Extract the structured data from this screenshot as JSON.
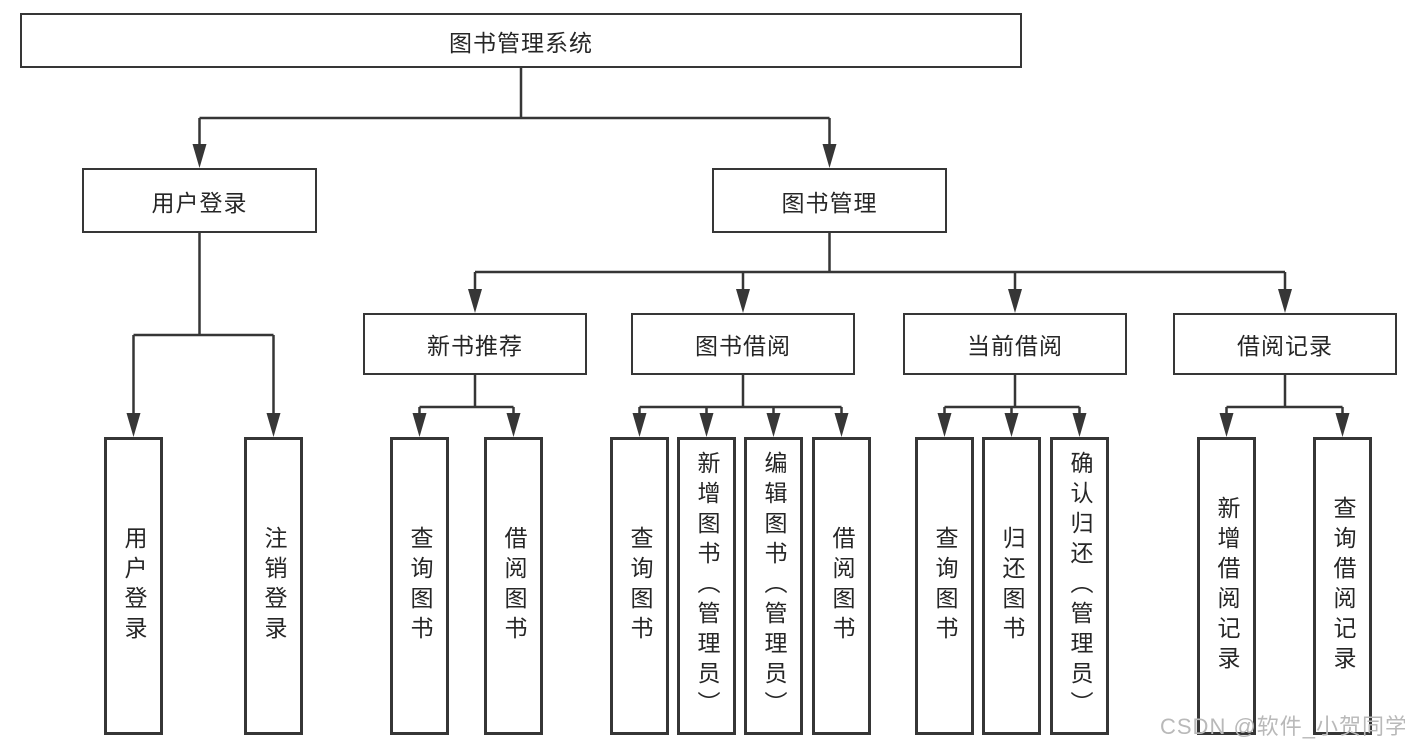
{
  "nodes": {
    "root": {
      "label": "图书管理系统"
    },
    "user_login": {
      "label": "用户登录"
    },
    "book_mgmt": {
      "label": "图书管理"
    },
    "new_book_rec": {
      "label": "新书推荐"
    },
    "book_borrow": {
      "label": "图书借阅"
    },
    "current_borrow": {
      "label": "当前借阅"
    },
    "borrow_records": {
      "label": "借阅记录"
    },
    "leaf_user_login": {
      "label": "用户登录"
    },
    "leaf_logout": {
      "label": "注销登录"
    },
    "leaf_query_book_1": {
      "label": "查询图书"
    },
    "leaf_borrow_book_1": {
      "label": "借阅图书"
    },
    "leaf_query_book_2": {
      "label": "查询图书"
    },
    "leaf_add_book": {
      "label": "新增图书（管理员）"
    },
    "leaf_edit_book": {
      "label": "编辑图书（管理员）"
    },
    "leaf_borrow_book_2": {
      "label": "借阅图书"
    },
    "leaf_query_book_3": {
      "label": "查询图书"
    },
    "leaf_return_book": {
      "label": "归还图书"
    },
    "leaf_confirm_return": {
      "label": "确认归还（管理员）"
    },
    "leaf_add_record": {
      "label": "新增借阅记录"
    },
    "leaf_query_record": {
      "label": "查询借阅记录"
    }
  },
  "hierarchy": {
    "root": "图书管理系统",
    "children": [
      {
        "name": "用户登录",
        "children": [
          "用户登录",
          "注销登录"
        ]
      },
      {
        "name": "图书管理",
        "children": [
          {
            "name": "新书推荐",
            "children": [
              "查询图书",
              "借阅图书"
            ]
          },
          {
            "name": "图书借阅",
            "children": [
              "查询图书",
              "新增图书（管理员）",
              "编辑图书（管理员）",
              "借阅图书"
            ]
          },
          {
            "name": "当前借阅",
            "children": [
              "查询图书",
              "归还图书",
              "确认归还（管理员）"
            ]
          },
          {
            "name": "借阅记录",
            "children": [
              "新增借阅记录",
              "查询借阅记录"
            ]
          }
        ]
      }
    ]
  },
  "watermark": {
    "text": "CSDN @软件_小贺同学"
  },
  "colors": {
    "line": "#363636",
    "box_border": "#363636",
    "text": "#262626",
    "watermark": "#b9b9b9",
    "background": "#ffffff"
  }
}
